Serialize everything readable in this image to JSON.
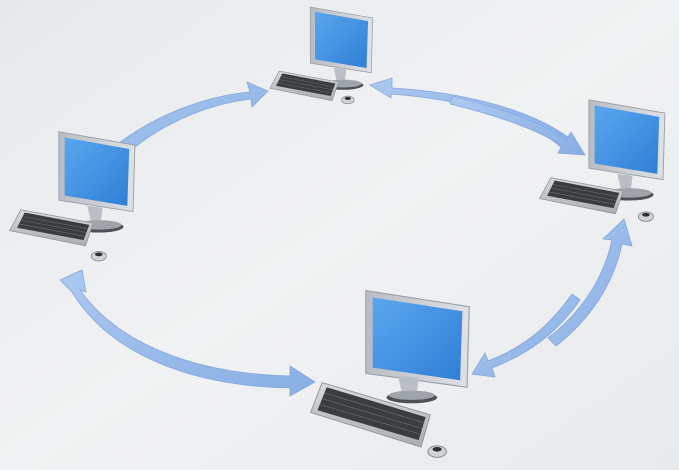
{
  "diagram": {
    "type": "ring-network",
    "node_count": 4,
    "nodes": [
      {
        "id": "top",
        "icon": "desktop-computer-icon"
      },
      {
        "id": "right",
        "icon": "desktop-computer-icon"
      },
      {
        "id": "bottom",
        "icon": "desktop-computer-icon"
      },
      {
        "id": "left",
        "icon": "desktop-computer-icon"
      }
    ],
    "connections": [
      {
        "from": "left",
        "to": "top",
        "direction": "to-target"
      },
      {
        "from": "right",
        "to": "top",
        "direction": "to-target"
      },
      {
        "from": "top",
        "to": "right",
        "direction": "to-target"
      },
      {
        "from": "bottom",
        "to": "right",
        "direction": "to-target"
      },
      {
        "from": "right",
        "to": "bottom",
        "direction": "to-target"
      },
      {
        "from": "left",
        "to": "bottom",
        "direction": "both"
      }
    ],
    "colors": {
      "background": "#eceeef",
      "arrow": "#8fb5ea",
      "arrow_edge": "#6f99d6",
      "screen": "#2f7fd6",
      "screen_highlight": "#5aa6ee",
      "monitor_frame": "#c9ced2",
      "keyboard_body": "#c4c8cc",
      "keys": "#3a3c40"
    }
  }
}
